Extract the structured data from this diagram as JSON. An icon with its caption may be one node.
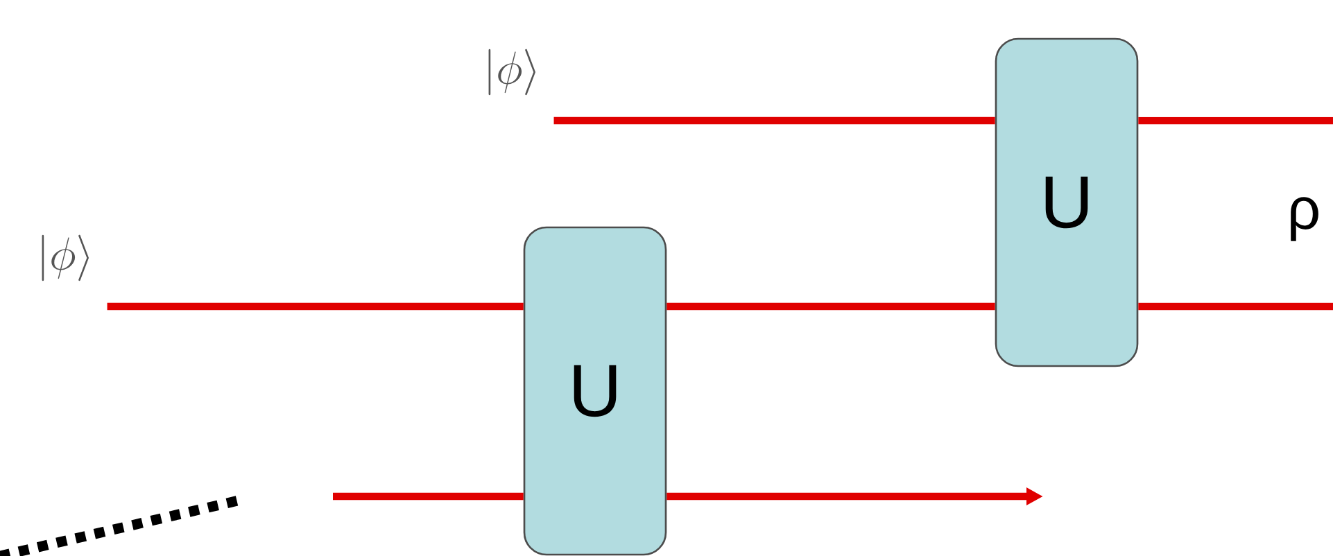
{
  "diagram": {
    "nodes": [
      {
        "text": [
          "|\\phi\\rangle"
        ]
      },
      {
        "text": [
          "|\\phi\\rangle"
        ]
      },
      {
        "text": [
          "U"
        ]
      },
      {
        "text": [
          "U"
        ]
      }
    ],
    "edges": [
      {
        "from": 0,
        "to": 3,
        "arrow": "none"
      },
      {
        "from": 3,
        "to": null,
        "arrow": "none"
      },
      {
        "from": 1,
        "to": 2,
        "arrow": "none"
      },
      {
        "from": 2,
        "to": 3,
        "arrow": "none"
      },
      {
        "from": 3,
        "to": null,
        "arrow": "none"
      },
      {
        "from": null,
        "to": 2,
        "arrow": "none"
      },
      {
        "from": 2,
        "to": null,
        "arrow": "to"
      }
    ],
    "labels": [
      "ρ"
    ]
  }
}
